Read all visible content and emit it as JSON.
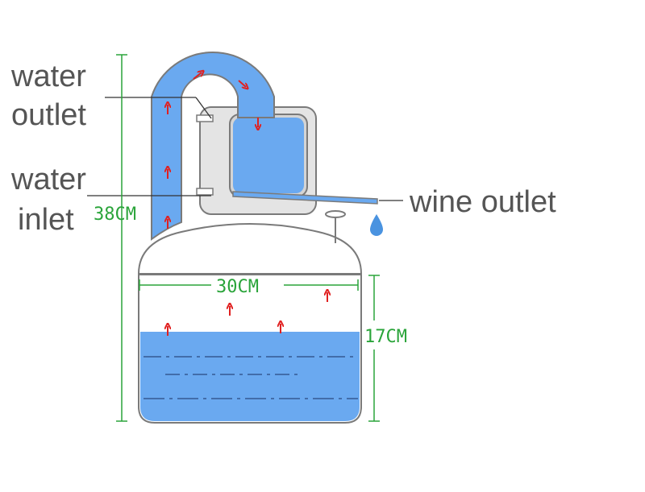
{
  "labels": {
    "water_outlet_line1": "water",
    "water_outlet_line2": "outlet",
    "water_inlet_line1": "water",
    "water_inlet_line2": "inlet",
    "wine_outlet": "wine outlet"
  },
  "dimensions": {
    "height_total": "38CM",
    "width": "30CM",
    "pot_height": "17CM"
  },
  "colors": {
    "water": "#6aa9f0",
    "flow_arrow": "#e02020",
    "dimension_line": "#2aa43a",
    "condenser": "#e4e4e4",
    "outline": "#7a7a7a",
    "label_text": "#555555"
  }
}
